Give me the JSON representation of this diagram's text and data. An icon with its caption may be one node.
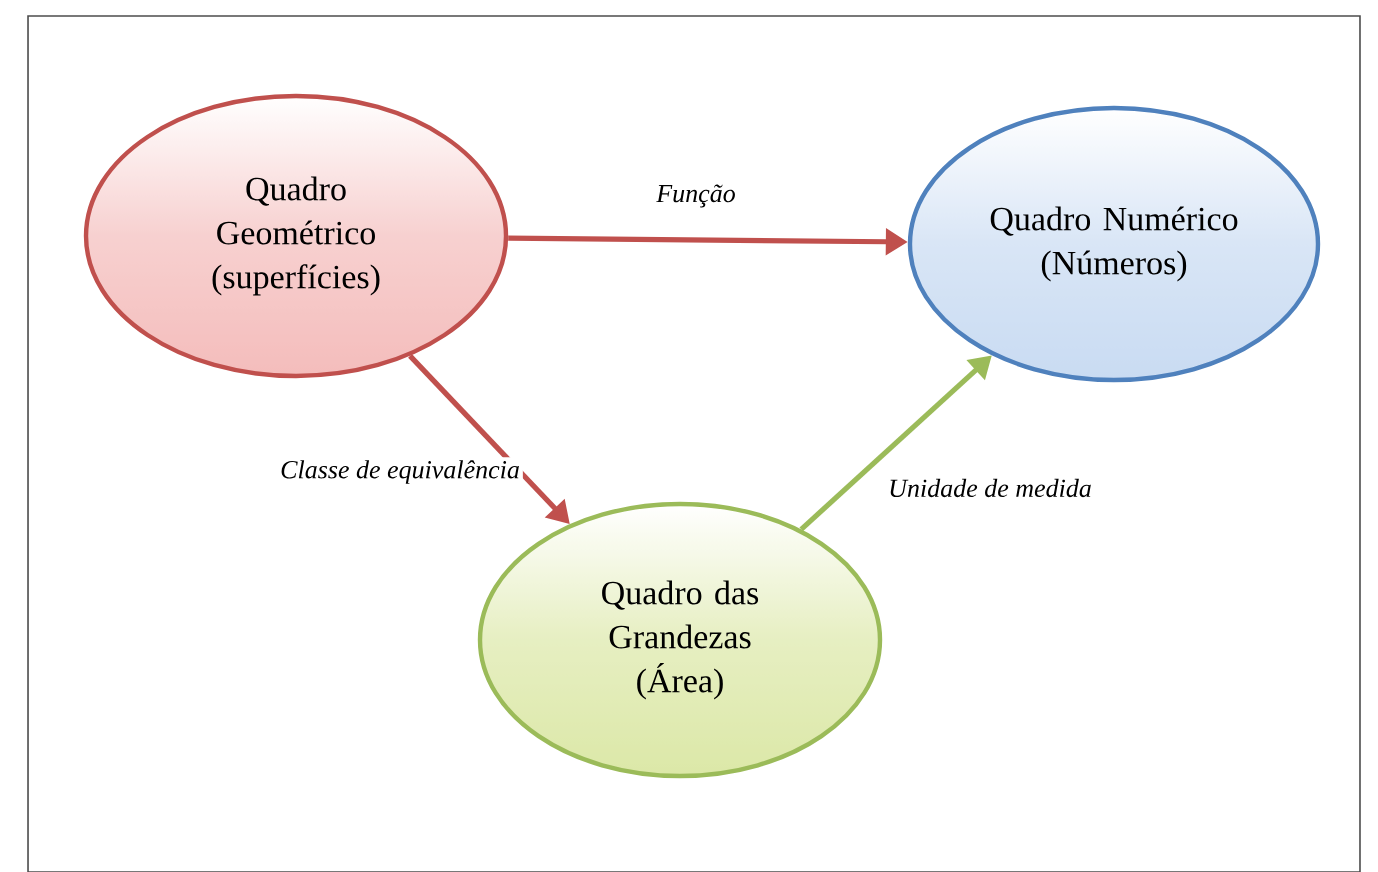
{
  "diagram": {
    "nodes": [
      {
        "text": [
          "Quadro Geométrico (superfícies)"
        ]
      },
      {
        "text": [
          "Quadro Numérico (Números)"
        ]
      },
      {
        "text": [
          "Quadro das Grandezas (Área)"
        ]
      }
    ],
    "edges": [
      {
        "from": 0,
        "to": 1,
        "arrow": "to",
        "label": "Função"
      },
      {
        "from": 0,
        "to": 2,
        "arrow": "to",
        "label": "Classe de equivalência"
      },
      {
        "from": 2,
        "to": 1,
        "arrow": "to",
        "label": "Unidade de medida",
        "color": "#9bbb59"
      }
    ]
  }
}
